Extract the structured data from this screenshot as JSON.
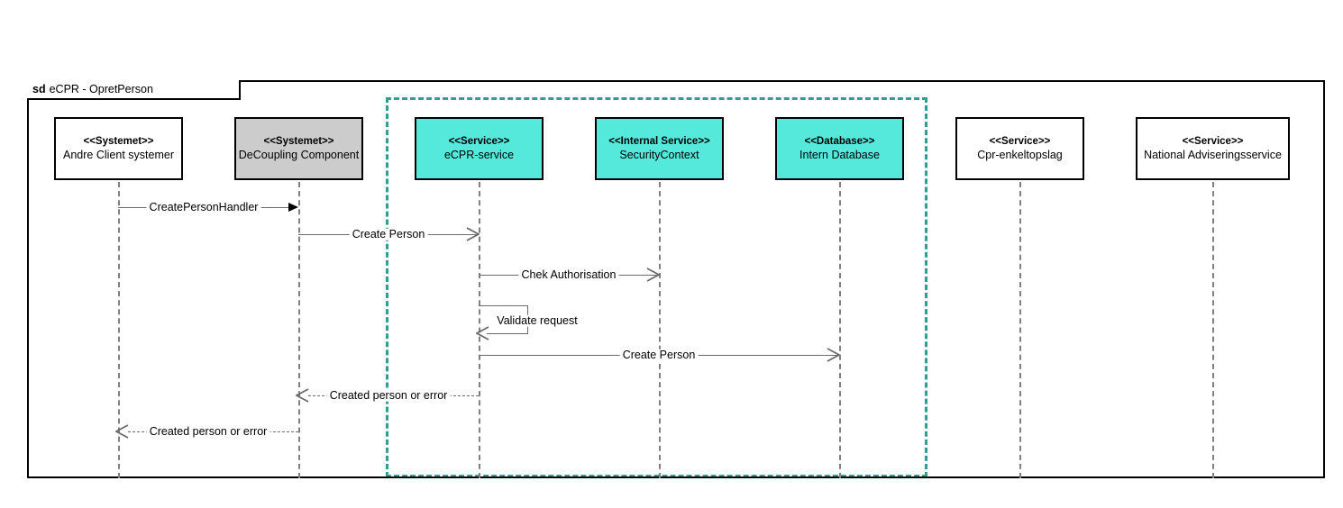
{
  "diagram": {
    "frame_keyword": "sd",
    "frame_title": "eCPR - OpretPerson",
    "colors": {
      "teal_fill": "#55E9DC",
      "teal_boundary": "#2F9E96",
      "gray_fill": "#CCCCCC",
      "white_fill": "#FFFFFF",
      "lifeline": "#808080",
      "message": "#6B6B6B",
      "frame": "#000000"
    }
  },
  "participants": [
    {
      "id": "andre-client-systemer",
      "stereotype": "<<Systemet>>",
      "name": "Andre Client systemer",
      "fill": "white"
    },
    {
      "id": "decoupling-component",
      "stereotype": "<<Systemet>>",
      "name": "DeCoupling Component",
      "fill": "gray"
    },
    {
      "id": "ecpr-service",
      "stereotype": "<<Service>>",
      "name": "eCPR-service",
      "fill": "teal"
    },
    {
      "id": "securitycontext",
      "stereotype": "<<Internal Service>>",
      "name": "SecurityContext",
      "fill": "teal"
    },
    {
      "id": "intern-database",
      "stereotype": "<<Database>>",
      "name": "Intern Database",
      "fill": "teal"
    },
    {
      "id": "cpr-enkeltopslag",
      "stereotype": "<<Service>>",
      "name": "Cpr-enkeltopslag",
      "fill": "white"
    },
    {
      "id": "national-adviseringsservice",
      "stereotype": "<<Service>>",
      "name": "National Adviseringsservice",
      "fill": "white"
    }
  ],
  "messages": [
    {
      "id": "msg-createpersonhandler",
      "label": "CreatePersonHandler",
      "from": "andre-client-systemer",
      "to": "decoupling-component",
      "style": "solid",
      "arrow": "filled",
      "direction": "right"
    },
    {
      "id": "msg-create-person-1",
      "label": "Create Person",
      "from": "decoupling-component",
      "to": "ecpr-service",
      "style": "solid",
      "arrow": "open",
      "direction": "right"
    },
    {
      "id": "msg-chek-authorisation",
      "label": "Chek Authorisation",
      "from": "ecpr-service",
      "to": "securitycontext",
      "style": "solid",
      "arrow": "open",
      "direction": "right"
    },
    {
      "id": "msg-validate-request",
      "label": "Validate request",
      "from": "ecpr-service",
      "to": "ecpr-service",
      "style": "solid",
      "arrow": "open",
      "direction": "self"
    },
    {
      "id": "msg-create-person-2",
      "label": "Create Person",
      "from": "ecpr-service",
      "to": "intern-database",
      "style": "solid",
      "arrow": "open",
      "direction": "right"
    },
    {
      "id": "msg-created-person-or-error-1",
      "label": "Created person or error",
      "from": "ecpr-service",
      "to": "decoupling-component",
      "style": "dashed",
      "arrow": "open",
      "direction": "left"
    },
    {
      "id": "msg-created-person-or-error-2",
      "label": "Created person or error",
      "from": "decoupling-component",
      "to": "andre-client-systemer",
      "style": "dashed",
      "arrow": "open",
      "direction": "left"
    }
  ]
}
